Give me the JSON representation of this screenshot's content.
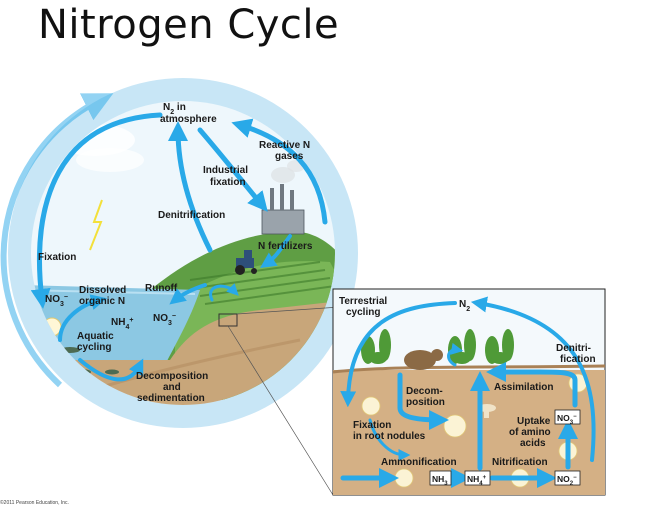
{
  "title": "Nitrogen Cycle",
  "credit": "©2011 Pearson Education, Inc.",
  "colors": {
    "arrow": "#29a9e8",
    "ring": "#bfe3f6",
    "sky": "#e6f4fb",
    "water": "#8fcbe6",
    "grass": "#6aa84f",
    "soil": "#c9a67a",
    "soil_inset": "#d6b48c"
  },
  "main_labels": {
    "n2_line1": "N",
    "n2_sub": "2",
    "n2_line2": " in",
    "n2_line3": "atmosphere",
    "reactive_1": "Reactive N",
    "reactive_2": "gases",
    "industrial_1": "Industrial",
    "industrial_2": "fixation",
    "denitrification": "Denitrification",
    "n_fertilizers": "N fertilizers",
    "fixation": "Fixation",
    "runoff": "Runoff",
    "no3_water": "NO",
    "no3_water_sub": "3",
    "no3_water_sup": "−",
    "dissolved_1": "Dissolved",
    "dissolved_2": "organic N",
    "nh4_water": "NH",
    "nh4_water_sub": "4",
    "nh4_water_sup": "+",
    "no3_land": "NO",
    "no3_land_sub": "3",
    "no3_land_sup": "−",
    "aquatic_1": "Aquatic",
    "aquatic_2": "cycling",
    "decomp_1": "Decomposition",
    "decomp_2": "and",
    "decomp_3": "sedimentation"
  },
  "inset_labels": {
    "terrestrial_1": "Terrestrial",
    "terrestrial_2": "cycling",
    "n2": "N",
    "n2_sub": "2",
    "denitri_1": "Denitri-",
    "denitri_2": "fication",
    "decomp_1": "Decom-",
    "decomp_2": "position",
    "assimilation": "Assimilation",
    "no3_box": "NO",
    "no3_box_sub": "3",
    "no3_box_sup": "−",
    "uptake_1": "Uptake",
    "uptake_2": "of amino",
    "uptake_3": "acids",
    "fixation_1": "Fixation",
    "fixation_2": "in root nodules",
    "ammonification": "Ammonification",
    "nitrification": "Nitrification",
    "nh3_box": "NH",
    "nh3_box_sub": "3",
    "nh4_box": "NH",
    "nh4_box_sub": "4",
    "nh4_box_sup": "+",
    "no2_box": "NO",
    "no2_box_sub": "2",
    "no2_box_sup": "−"
  }
}
